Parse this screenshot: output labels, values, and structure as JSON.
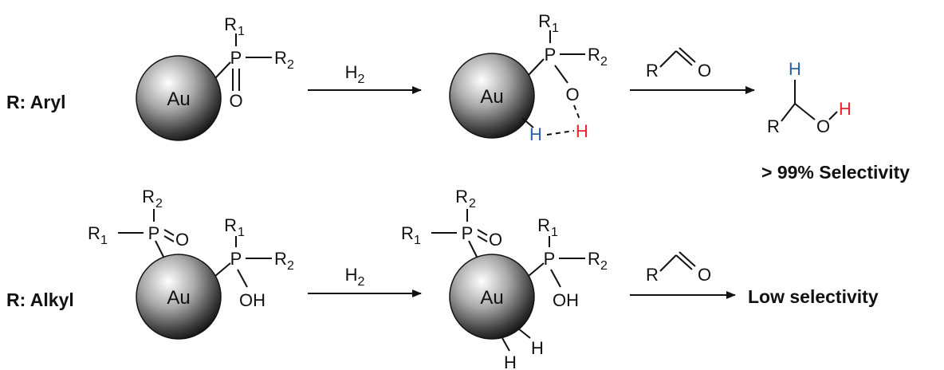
{
  "rows": [
    {
      "label": "R: Aryl",
      "reagent": "H2",
      "outcome": "> 99% Selectivity"
    },
    {
      "label": "R: Alkyl",
      "reagent": "H2",
      "outcome": "Low selectivity"
    }
  ],
  "atoms": {
    "gold": "Au",
    "phosphorus": "P",
    "oxygen": "O",
    "hydroxyl": "OH",
    "hydrogen": "H",
    "r_group": "R",
    "r1": "R1",
    "r2": "R2"
  },
  "colors": {
    "hydride": "#2a62ab",
    "acidic_h": "#e8232a",
    "ink": "#111111"
  }
}
